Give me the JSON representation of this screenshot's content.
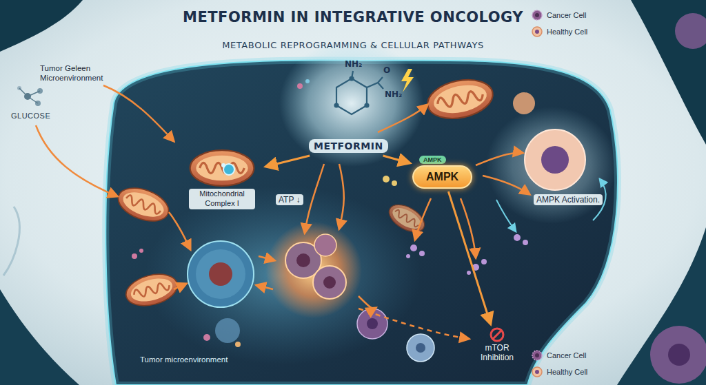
{
  "diagram": {
    "title": "METFORMIN IN INTEGRATIVE ONCOLOGY",
    "nodes": [
      {
        "text": [
          "METFORMIN"
        ]
      },
      {
        "text": [
          "Mitochondrial Complex I"
        ]
      },
      {
        "text": [
          "AMPK",
          "AMPK"
        ]
      },
      {
        "text": [
          "mTOR Inhibition"
        ]
      }
    ],
    "edges": [
      {
        "from": 0,
        "to": 1,
        "arrow": "to"
      },
      {
        "from": 0,
        "to": 2,
        "arrow": "to"
      },
      {
        "from": 2,
        "to": 3,
        "arrow": "to"
      }
    ],
    "labels": [
      "METABOLIC REPROGRAMMING & CELLULAR PATHWAYS",
      "Tumor Geleen Microenvironment",
      "GLUCOSE",
      "NH₂",
      "O",
      "NH₂",
      "ATP ↓",
      "AMPK Activation.",
      "Tumor microenvironment"
    ],
    "legend": [
      {
        "text": "Cancer Cell"
      },
      {
        "text": "Healthy Cell"
      },
      {
        "text": "Cancer Cell"
      },
      {
        "text": "Healthy Cell"
      }
    ]
  }
}
